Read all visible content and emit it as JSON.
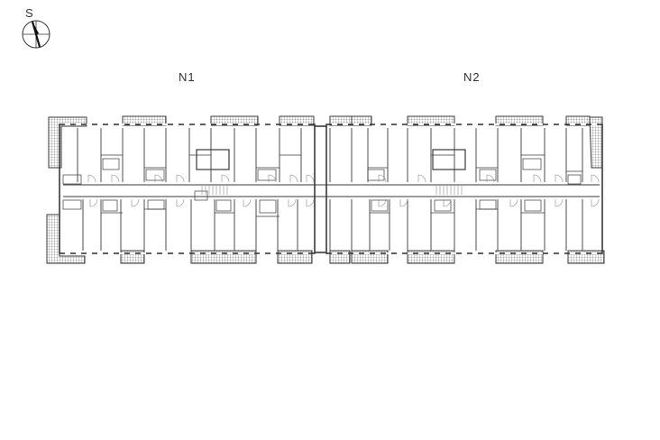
{
  "compass": {
    "letter": "S",
    "icon": "north-arrow-icon"
  },
  "wings": [
    {
      "label": "N1"
    },
    {
      "label": "N2"
    }
  ],
  "colors": {
    "line": "#3a3a3a",
    "light_line": "#8a8a8a",
    "hatch": "#6a6a6a",
    "background": "#ffffff"
  }
}
